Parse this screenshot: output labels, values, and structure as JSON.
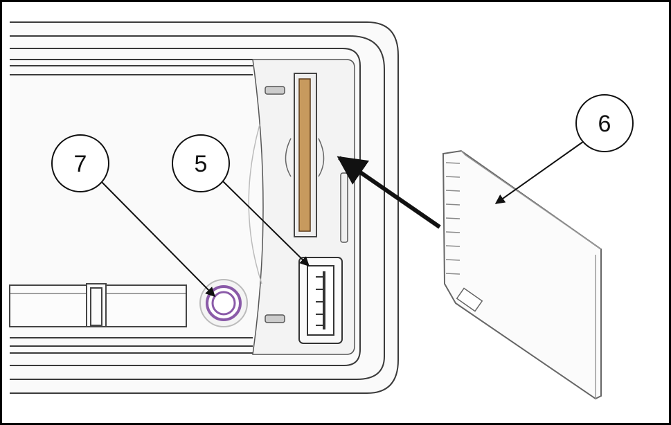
{
  "callouts": [
    {
      "id": "callout-5",
      "label": "5"
    },
    {
      "id": "callout-6",
      "label": "6"
    },
    {
      "id": "callout-7",
      "label": "7"
    }
  ],
  "colors": {
    "line": "#3a3a3a",
    "panel": "#f6f6f6",
    "slot_fill": "#c79a5e",
    "jack_ring": "#8a5aa8",
    "card_fill": "#fbfbfb",
    "arrow": "#111111"
  }
}
